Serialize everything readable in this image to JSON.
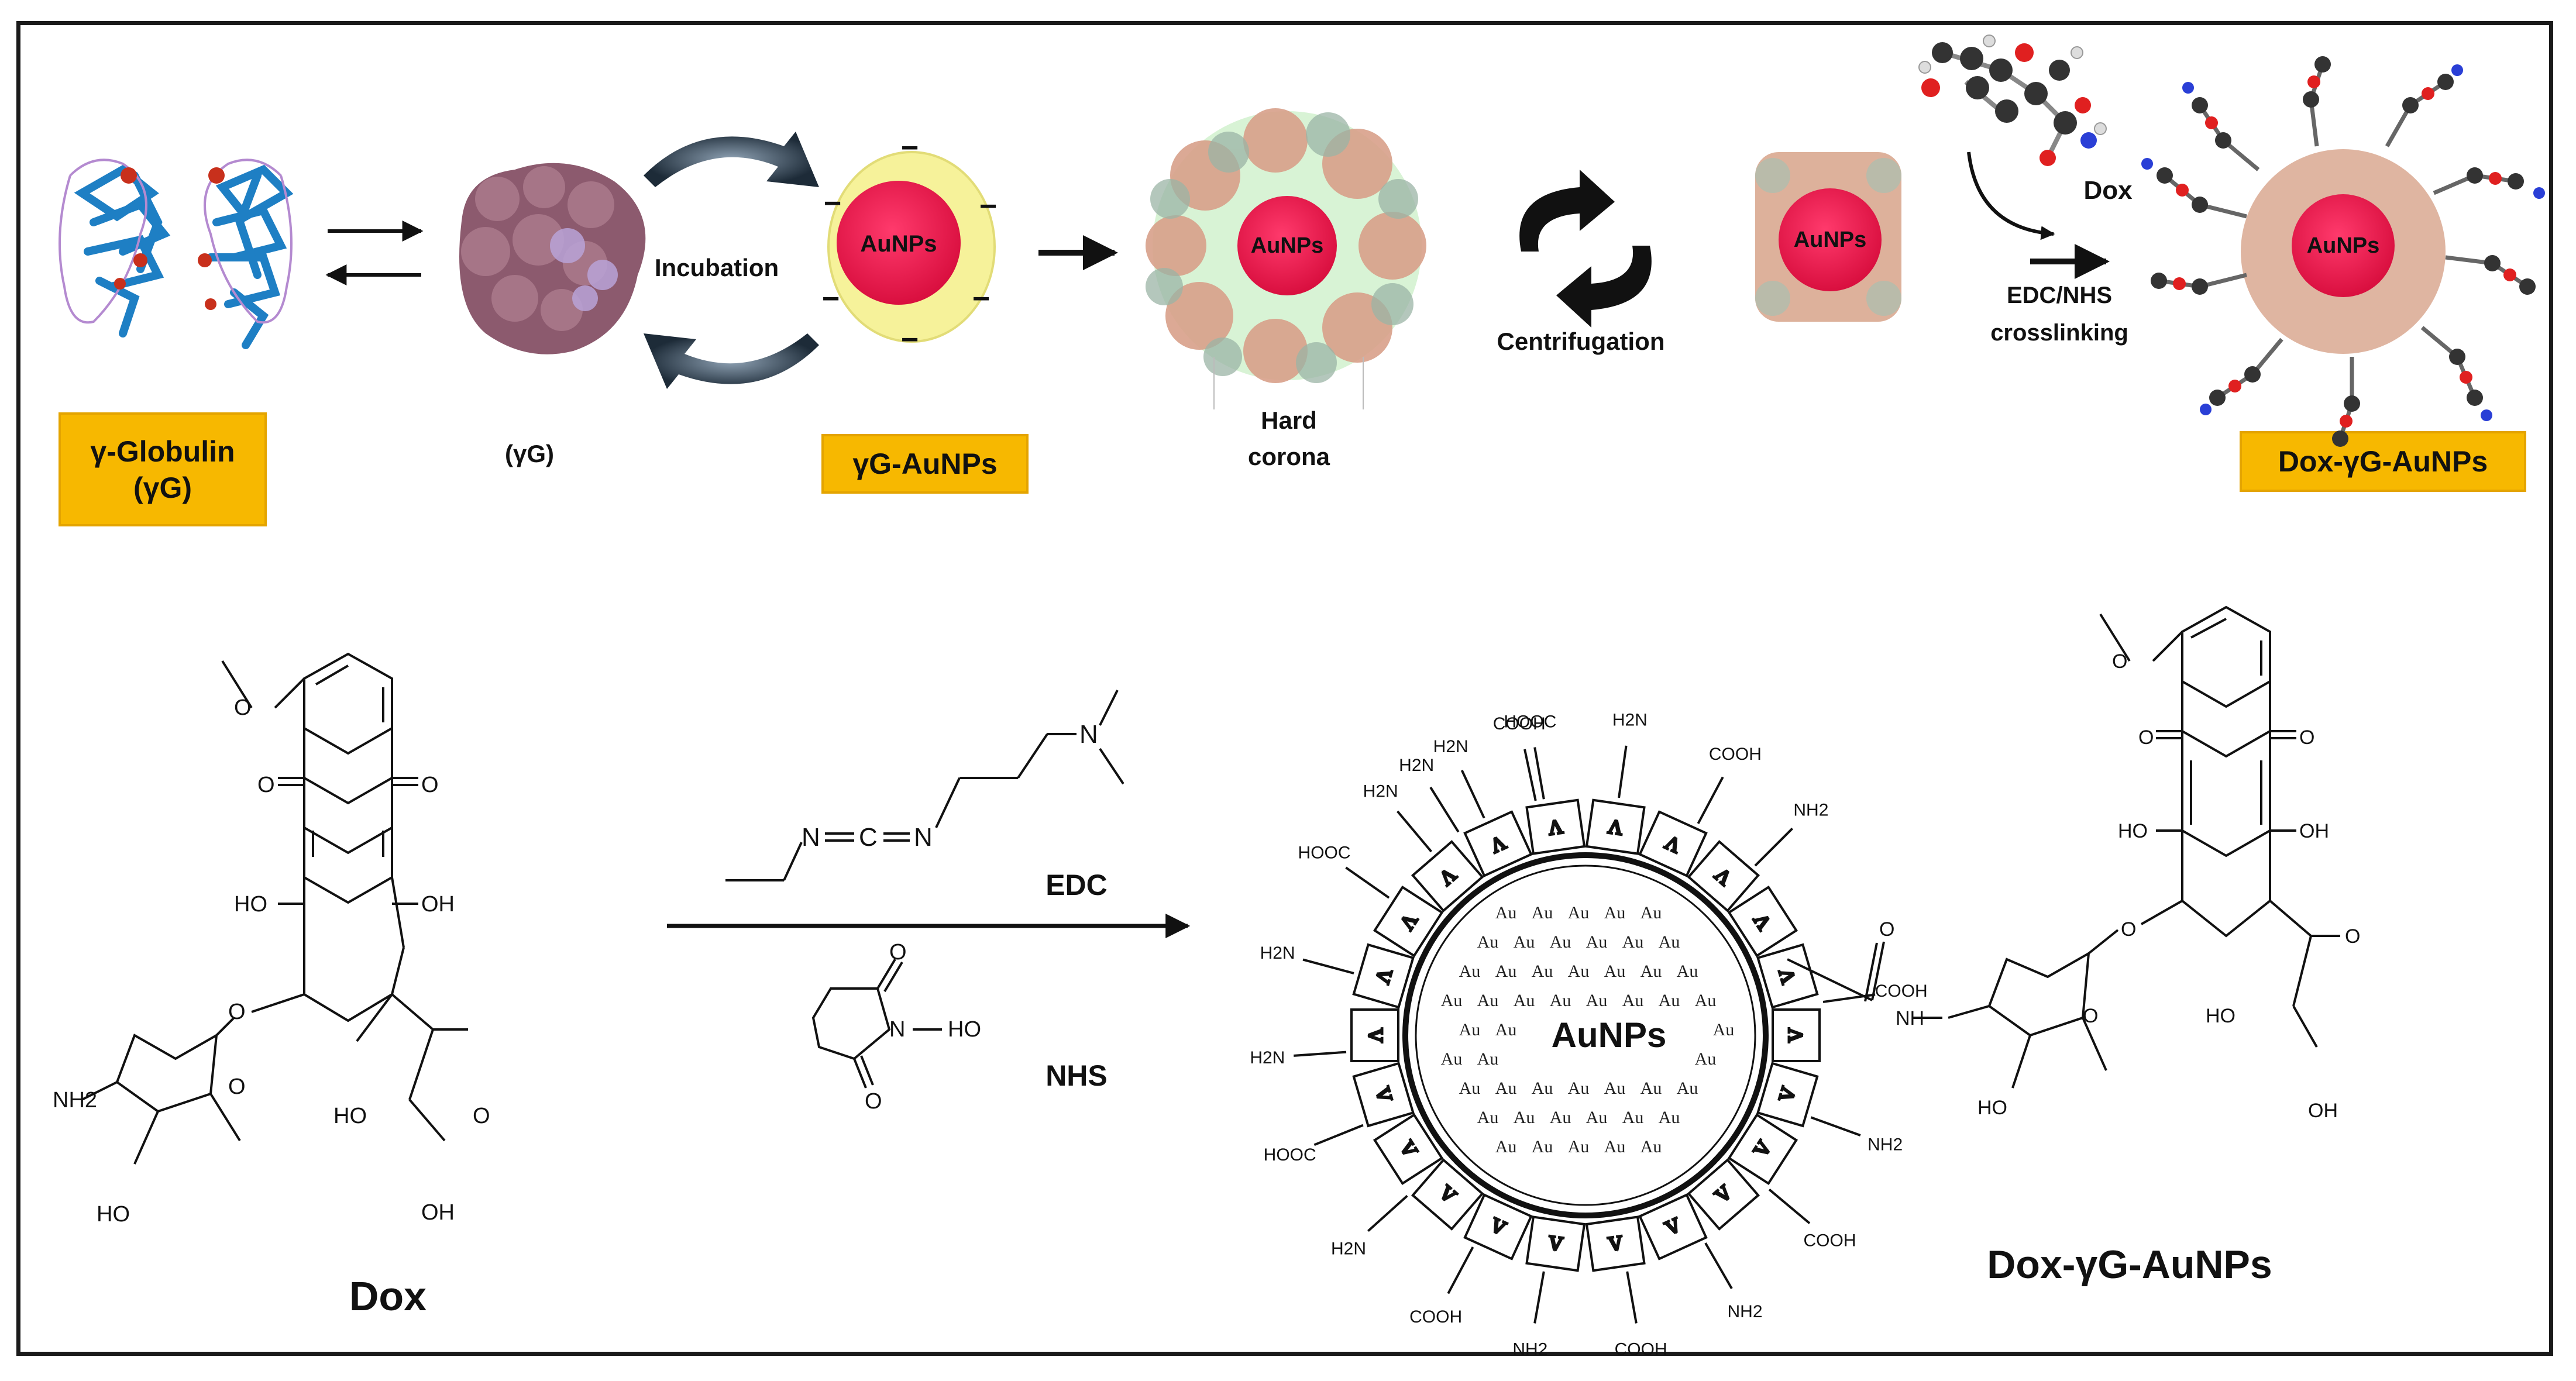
{
  "scheme": {
    "gamma_globulin_label_line1": "γ-Globulin",
    "gamma_globulin_label_line2": "(γG)",
    "gamma_g_label": "(γG)",
    "incubation_label": "Incubation",
    "aunps_label": "AuNPs",
    "yg_aunps_label": "γG-AuNPs",
    "hard_corona_line1": "Hard",
    "hard_corona_line2": "corona",
    "centrifugation_label": "Centrifugation",
    "dox_label": "Dox",
    "edc_nhs_line1": "EDC/NHS",
    "edc_nhs_line2": "crosslinking",
    "final_label": "Dox-γG-AuNPs",
    "charge_sign": "−",
    "colors": {
      "highlight": "#f7b800",
      "gold_core": "#e8164a",
      "shell": "#f6f29a",
      "protein": "#1e7fc4",
      "aggregate": "#8c5a6e"
    }
  },
  "reaction": {
    "dox_label": "Dox",
    "edc_label": "EDC",
    "nhs_label": "NHS",
    "product_label": "Dox-γG-AuNPs",
    "core_label": "AuNPs",
    "au_atom": "Au",
    "shell_symbol": "Λ",
    "groups": {
      "amine": "H2N",
      "acid": "HOOC",
      "acid_r": "COOH",
      "amine_r": "NH2",
      "oh": "HO",
      "oh_r": "OH",
      "nh": "NH",
      "o": "O",
      "n": "N",
      "c": "C",
      "ho_n": "HO"
    }
  }
}
